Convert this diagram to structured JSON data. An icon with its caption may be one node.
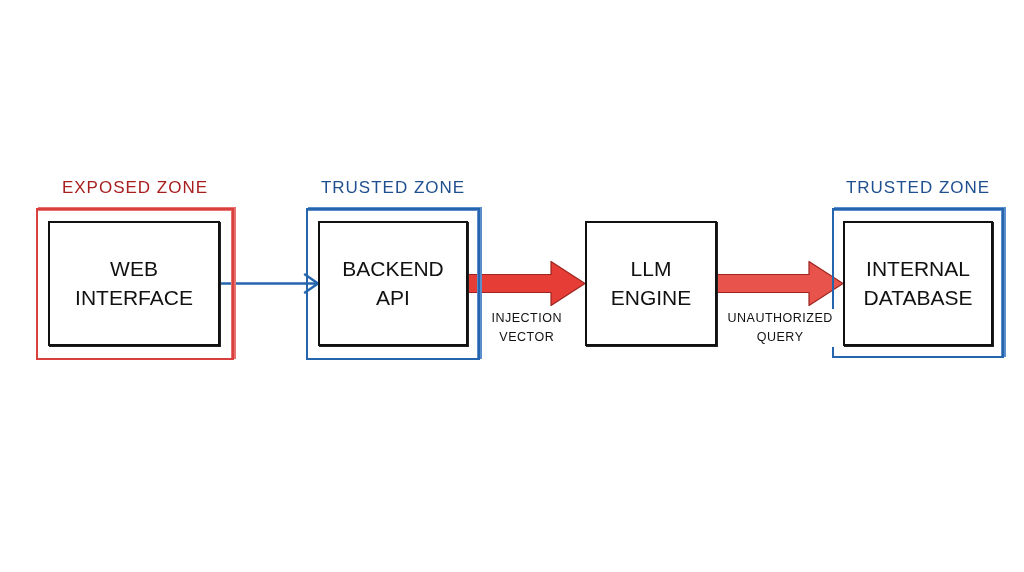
{
  "diagram": {
    "nodes": [
      {
        "text": [
          "EXPOSED ZONE"
        ]
      },
      {
        "text": [
          "WEB INTERFACE"
        ],
        "in": 0
      },
      {
        "text": [
          "TRUSTED ZONE"
        ]
      },
      {
        "text": [
          "BACKEND API"
        ],
        "in": 2
      },
      {
        "text": [
          "LLM ENGINE"
        ]
      },
      {
        "text": [
          "TRUSTED ZONE"
        ]
      },
      {
        "text": [
          "INTERNAL DATABASE"
        ],
        "in": 5
      }
    ],
    "edges": [
      {
        "from": 1,
        "to": 3,
        "arrow": "to",
        "color": "#2565ad"
      },
      {
        "from": 3,
        "to": 4,
        "arrow": "to",
        "label": "INJECTION VECTOR",
        "style": "thick",
        "color": "#e63e36"
      },
      {
        "from": 4,
        "to": 6,
        "arrow": "to",
        "label": "UNAUTHORIZED QUERY",
        "style": "thick",
        "color": "#e8534b"
      }
    ]
  }
}
